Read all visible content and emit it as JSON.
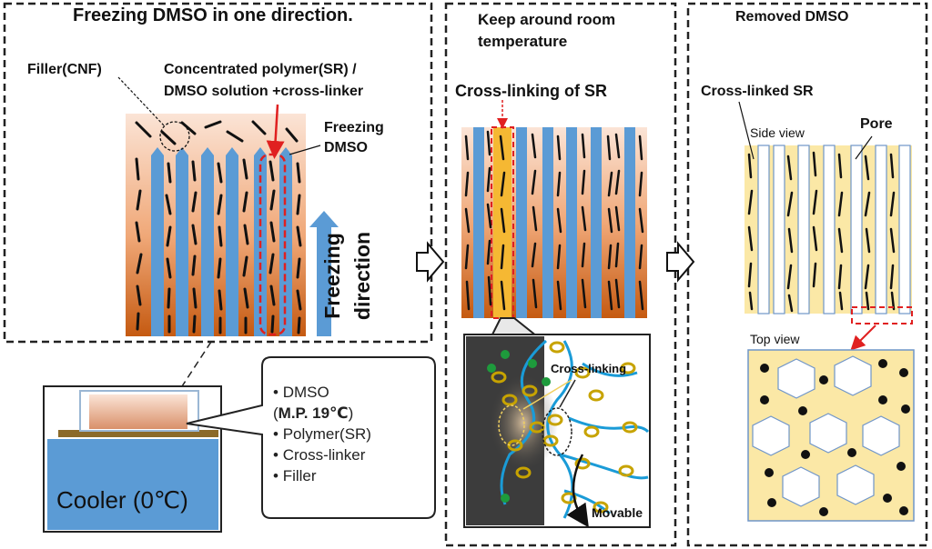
{
  "panel1": {
    "title": "Freezing DMSO in one direction.",
    "filler_label": "Filler(CNF)",
    "solution_label_1": "Concentrated polymer(SR) /",
    "solution_label_2": "DMSO solution +cross-linker",
    "freezing_dmso_1": "Freezing",
    "freezing_dmso_2": "DMSO",
    "direction_1": "Freezing",
    "direction_2": "direction"
  },
  "cooler": {
    "label": "Cooler (0℃)",
    "items": [
      "DMSO",
      "Polymer(SR)",
      "Cross-linker",
      "Filler"
    ],
    "mp_prefix": "(",
    "mp_bold": "M.P. 19℃",
    "mp_suffix": ")"
  },
  "panel2": {
    "title_1": "Keep around room",
    "title_2": "temperature",
    "crosslink_title": "Cross-linking of SR",
    "crosslinking": "Cross-linking",
    "movable": "Movable"
  },
  "panel3": {
    "title": "Removed DMSO",
    "crosslinked": "Cross-linked SR",
    "side_view": "Side view",
    "pore": "Pore",
    "top_view": "Top view"
  },
  "colors": {
    "blue": "#5b9bd5",
    "yellow": "#fbe8a6",
    "orange_top": "#fbe4d6",
    "orange_bottom": "#c55a11",
    "red": "#e02020"
  }
}
